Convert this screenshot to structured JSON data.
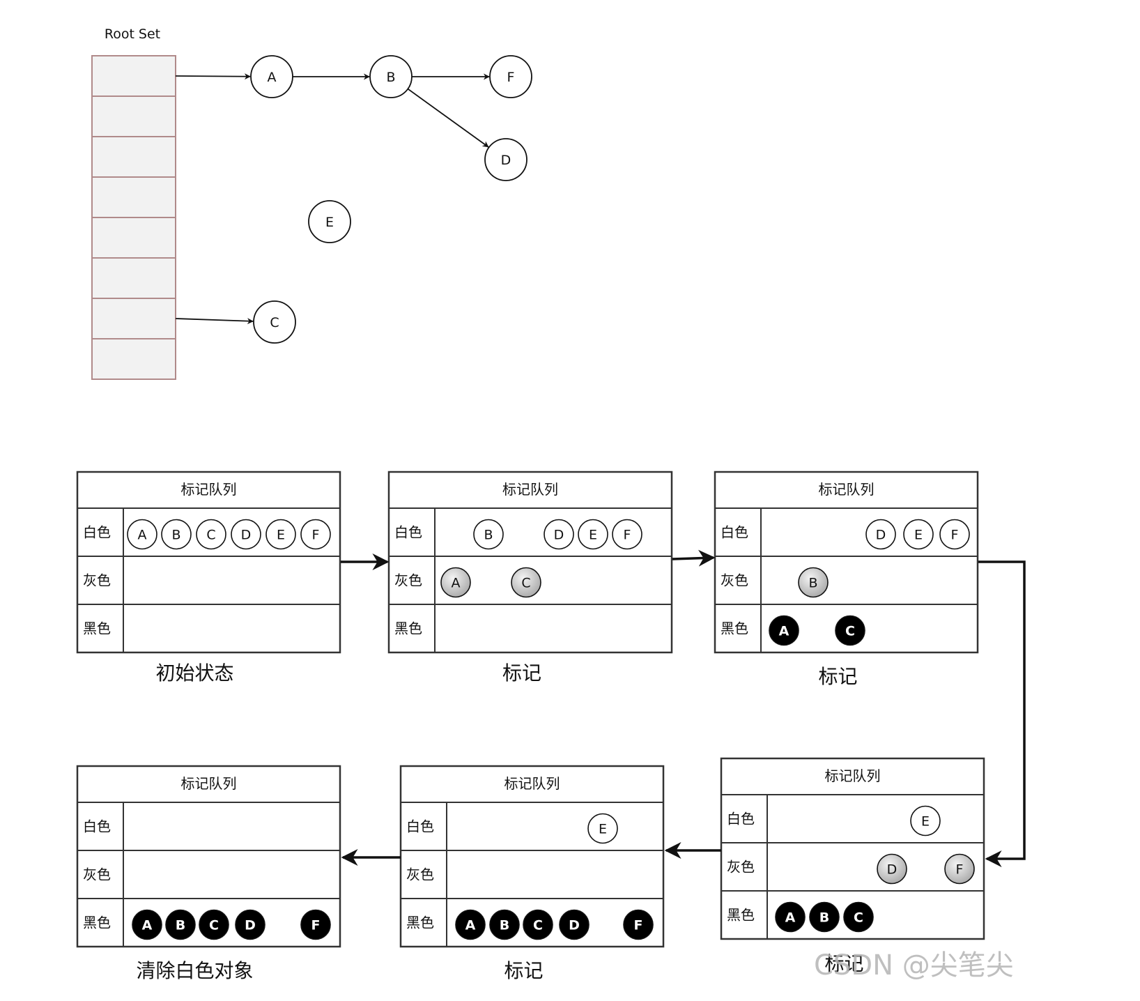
{
  "root_set": {
    "label": "Root Set",
    "slot_count": 8
  },
  "graph": {
    "nodes": [
      "A",
      "B",
      "C",
      "D",
      "E",
      "F"
    ],
    "edges": [
      {
        "from": "root-0",
        "to": "A"
      },
      {
        "from": "A",
        "to": "B"
      },
      {
        "from": "B",
        "to": "F"
      },
      {
        "from": "B",
        "to": "D"
      },
      {
        "from": "root-6",
        "to": "C"
      }
    ]
  },
  "queue_title": "标记队列",
  "row_labels": {
    "white": "白色",
    "gray": "灰色",
    "black": "黑色"
  },
  "panels": [
    {
      "caption": "初始状态",
      "white": [
        "A",
        "B",
        "C",
        "D",
        "E",
        "F"
      ],
      "gray": [],
      "black": []
    },
    {
      "caption": "标记",
      "white": [
        "B",
        "D",
        "E",
        "F"
      ],
      "gray": [
        "A",
        "C"
      ],
      "black": []
    },
    {
      "caption": "标记",
      "white": [
        "D",
        "E",
        "F"
      ],
      "gray": [
        "B"
      ],
      "black": [
        "A",
        "C"
      ]
    },
    {
      "caption": "标记",
      "white": [
        "E"
      ],
      "gray": [
        "D",
        "F"
      ],
      "black": [
        "A",
        "B",
        "C"
      ]
    },
    {
      "caption": "标记",
      "white": [
        "E"
      ],
      "gray": [],
      "black": [
        "A",
        "B",
        "C",
        "D",
        "F"
      ]
    },
    {
      "caption": "清除白色对象",
      "white": [],
      "gray": [],
      "black": [
        "A",
        "B",
        "C",
        "D",
        "F"
      ]
    }
  ],
  "watermark": "CSDN @尖笔尖",
  "colors": {
    "root_fill": "#f2f2f2",
    "root_stroke": "#b08a8a",
    "white_node": "#ffffff",
    "gray_node_light": "#f4f4f4",
    "gray_node_dark": "#a8a8a8",
    "black_node": "#000000",
    "line": "#222222"
  }
}
